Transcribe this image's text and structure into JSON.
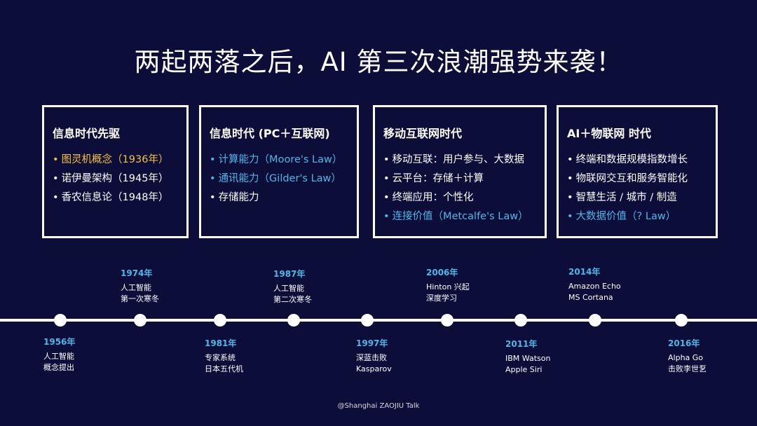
{
  "colors": {
    "background": "#0c0d38",
    "accent_gold": "#f5c342",
    "accent_cyan": "#4fb8e8",
    "text": "#ffffff"
  },
  "title": "两起两落之后，AI 第三次浪潮强势来袭！",
  "boxes": [
    {
      "title": "信息时代先驱",
      "items": [
        {
          "text": "图灵机概念（1936年）",
          "color": "gold"
        },
        {
          "text": "诺伊曼架构（1945年）",
          "color": "white"
        },
        {
          "text": "香农信息论（1948年）",
          "color": "white"
        }
      ]
    },
    {
      "title": "信息时代 (PC＋互联网)",
      "items": [
        {
          "text": "计算能力（Moore's Law）",
          "color": "cyan"
        },
        {
          "text": "通讯能力（Gilder's Law）",
          "color": "cyan"
        },
        {
          "text": "存储能力",
          "color": "white"
        }
      ]
    },
    {
      "title": "移动互联网时代",
      "items": [
        {
          "text": "移动互联：用户参与、大数据",
          "color": "white"
        },
        {
          "text": "云平台：存储＋计算",
          "color": "white"
        },
        {
          "text": "终端应用：个性化",
          "color": "white"
        },
        {
          "text": "连接价值（Metcalfe's Law）",
          "color": "cyan"
        }
      ]
    },
    {
      "title": "AI＋物联网 时代",
      "items": [
        {
          "text": "终端和数据规模指数增长",
          "color": "white"
        },
        {
          "text": "物联网交互和服务智能化",
          "color": "white"
        },
        {
          "text": "智慧生活 / 城市 / 制造",
          "color": "white"
        },
        {
          "text": "大数据价值（? Law）",
          "color": "cyan"
        }
      ]
    }
  ],
  "timeline": {
    "above": [
      {
        "year": "1974年",
        "line1": "人工智能",
        "line2": "第一次寒冬"
      },
      {
        "year": "1987年",
        "line1": "人工智能",
        "line2": "第二次寒冬"
      },
      {
        "year": "2006年",
        "line1": "Hinton 兴起",
        "line2": "深度学习"
      },
      {
        "year": "2014年",
        "line1": "Amazon Echo",
        "line2": "MS Cortana"
      }
    ],
    "below": [
      {
        "year": "1956年",
        "line1": "人工智能",
        "line2": "概念提出"
      },
      {
        "year": "1981年",
        "line1": "专家系统",
        "line2": "日本五代机"
      },
      {
        "year": "1997年",
        "line1": "深蓝击败",
        "line2": "Kasparov"
      },
      {
        "year": "2011年",
        "line1": "IBM Watson",
        "line2": "Apple Siri"
      },
      {
        "year": "2016年",
        "line1": "Alpha Go",
        "line2": "击败李世乭"
      }
    ]
  },
  "footer": "@Shanghai ZAOJIU Talk"
}
